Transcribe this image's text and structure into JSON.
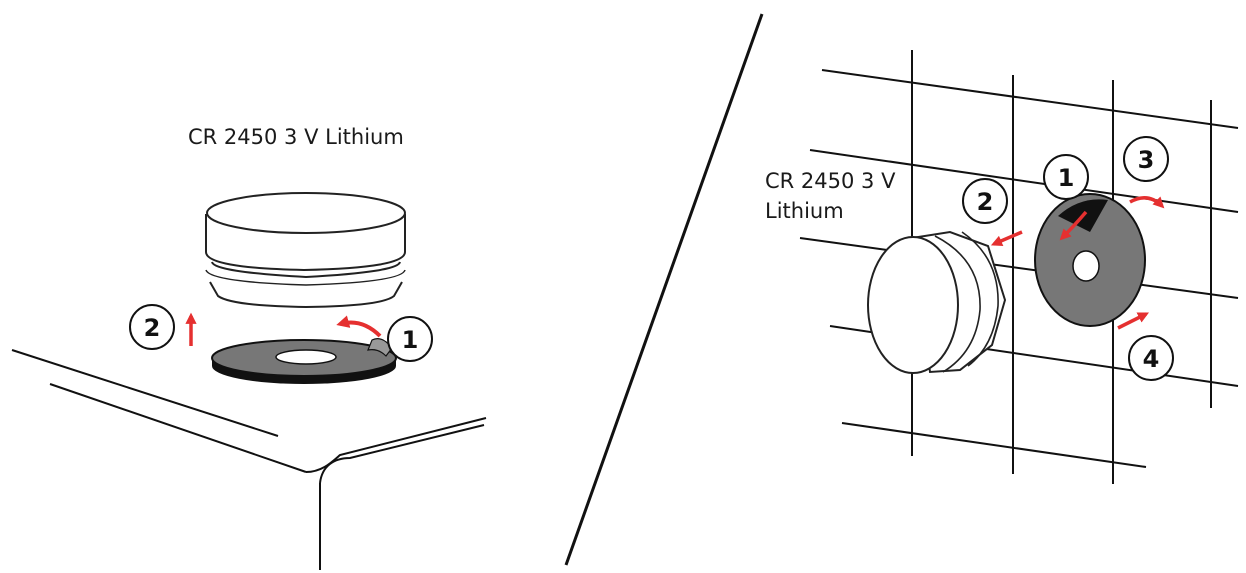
{
  "left_panel": {
    "battery_label": "CR 2450 3 V Lithium",
    "step_1": "1",
    "step_2": "2"
  },
  "right_panel": {
    "battery_label_line_1": "CR 2450 3 V",
    "battery_label_line_2": "Lithium",
    "step_1": "1",
    "step_2": "2",
    "step_3": "3",
    "step_4": "4"
  },
  "colors": {
    "line": "#111111",
    "arrow": "#e53030",
    "gasket": "#777777"
  }
}
